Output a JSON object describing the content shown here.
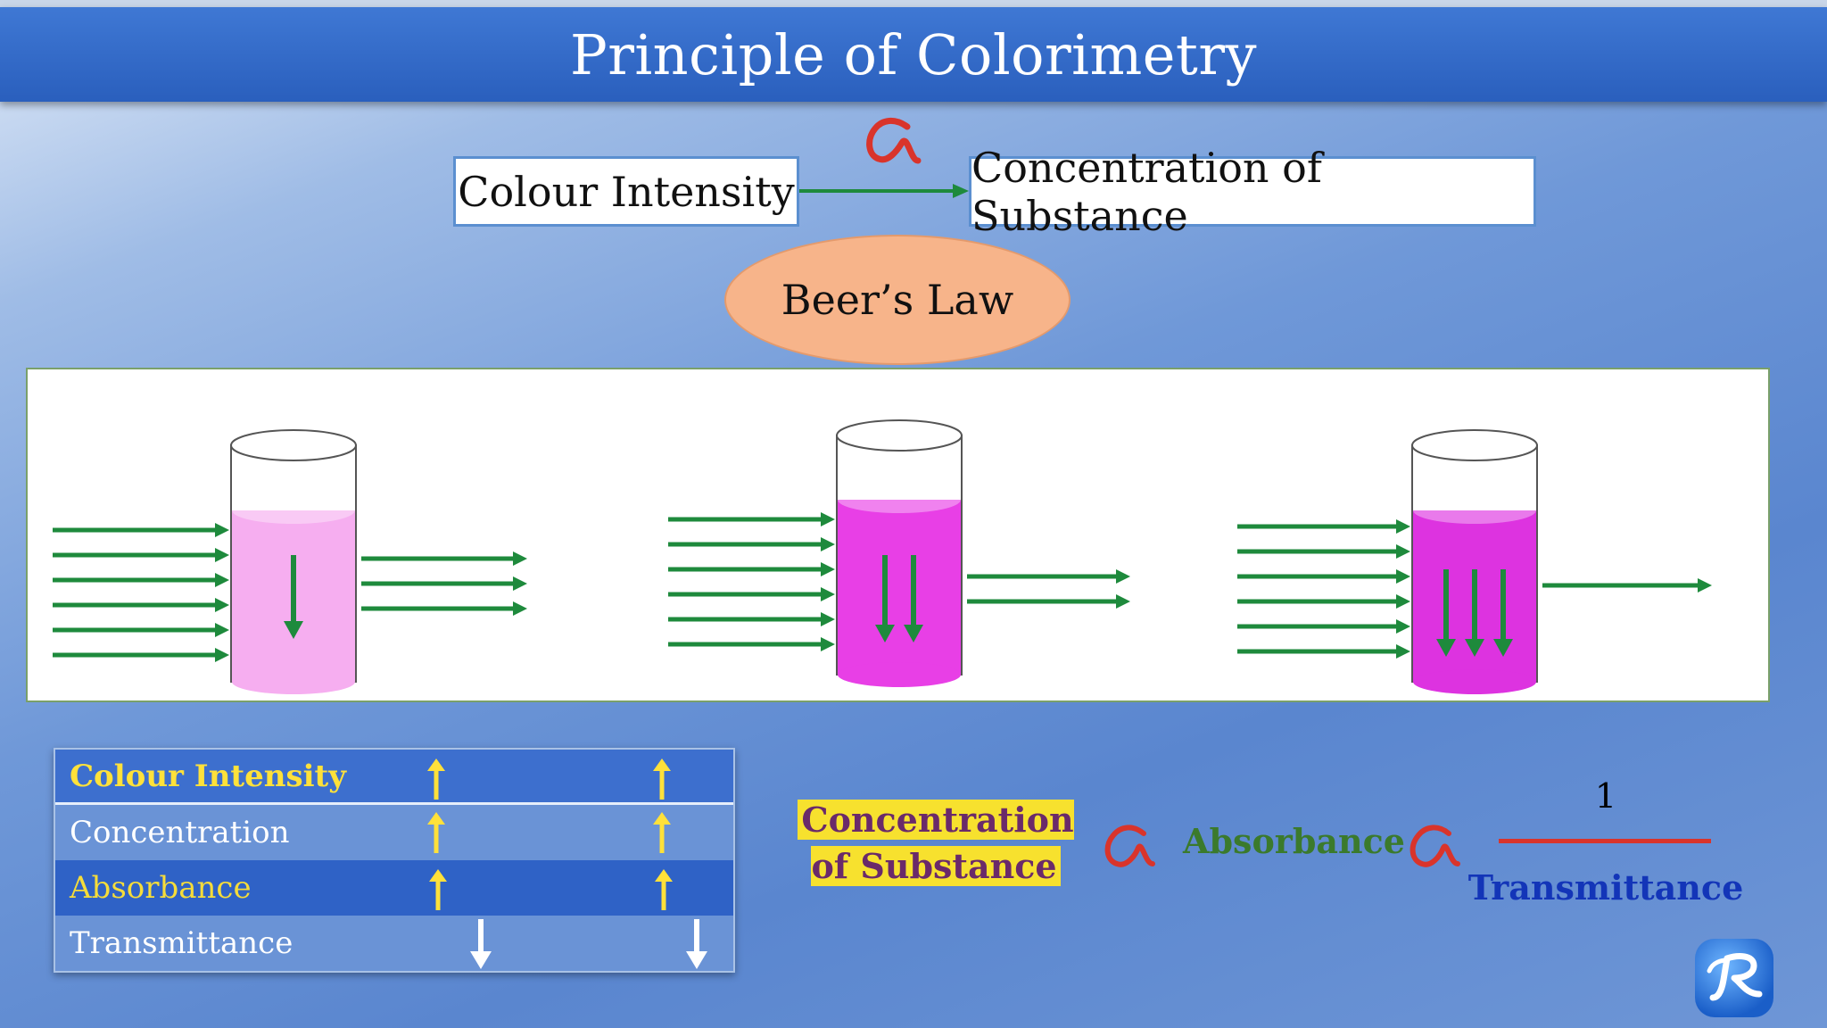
{
  "title": "Principle of Colorimetry",
  "relation": {
    "left_box": "Colour Intensity",
    "right_box": "Concentration of Substance",
    "symbol": "∝"
  },
  "law_label": "Beer’s Law",
  "beakers": [
    {
      "solution_color": "#f6aef0",
      "incoming_rays": 6,
      "outgoing_rays": 3,
      "down_arrows": 1
    },
    {
      "solution_color": "#e83fe6",
      "incoming_rays": 6,
      "outgoing_rays": 2,
      "down_arrows": 2
    },
    {
      "solution_color": "#dd33e0",
      "incoming_rays": 6,
      "outgoing_rays": 1,
      "down_arrows": 3
    }
  ],
  "table": {
    "rows": [
      {
        "label": "Colour Intensity",
        "trend": "up"
      },
      {
        "label": "Concentration",
        "trend": "up"
      },
      {
        "label": "Absorbance",
        "trend": "up"
      },
      {
        "label": "Transmittance",
        "trend": "down"
      }
    ]
  },
  "equation": {
    "concentration": "Concentration of Substance",
    "absorbance": "Absorbance",
    "numerator": "1",
    "denominator": "Transmittance",
    "symbol": "∝"
  },
  "colors": {
    "ray": "#1e8a3c",
    "proportional": "#d9342b",
    "title_bar": "#2f66c6"
  },
  "logo_icon": "r-logo-icon"
}
